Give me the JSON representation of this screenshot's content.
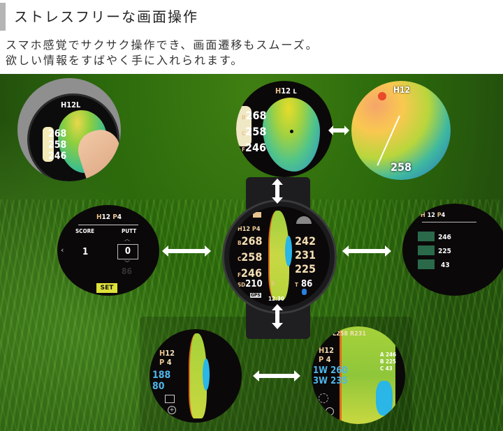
{
  "header": {
    "title": "ストレスフリーな画面操作",
    "description_line1": "スマホ感覚でサクサク操作でき、画面遷移もスムーズ。",
    "description_line2": "欲しい情報をすばやく手に入れられます。"
  },
  "screens": {
    "touch": {
      "hole": "H12L",
      "distances": [
        {
          "label": "B",
          "value": "268"
        },
        {
          "label": "C",
          "value": "258"
        },
        {
          "label": "F",
          "value": "246"
        }
      ]
    },
    "green_view": {
      "hole_prefix": "H",
      "hole_number": "12",
      "hole_suffix": "L",
      "distances": [
        {
          "label": "B",
          "value": "268"
        },
        {
          "label": "C",
          "value": "258"
        },
        {
          "label": "F",
          "value": "246"
        }
      ]
    },
    "slope_view": {
      "hole": "H12",
      "distance": "258"
    },
    "score": {
      "hole": "H12",
      "par": "P4",
      "score_label": "SCORE",
      "putt_label": "PUTT",
      "score_value": "1",
      "putt_value": "0",
      "ghost_value": "86",
      "set_label": "SET"
    },
    "main_watch": {
      "hole": "H12",
      "par": "P4",
      "left_distances": [
        {
          "label": "B",
          "value": "268"
        },
        {
          "label": "C",
          "value": "258"
        },
        {
          "label": "F",
          "value": "246"
        }
      ],
      "right_distances": [
        "242",
        "231",
        "225"
      ],
      "sd_label": "SD",
      "sd_value": "210",
      "s_label": "S",
      "t_label": "T",
      "t_value": "86",
      "gps_label": "GPS",
      "time": "12:30"
    },
    "hazards": {
      "hole": "H12",
      "par": "P4",
      "items": [
        {
          "icon": "bunker-green-icon",
          "value": "246"
        },
        {
          "icon": "water-hazard-icon",
          "value": "225"
        },
        {
          "icon": "layup-icon",
          "value": "43"
        }
      ]
    },
    "hole_layout": {
      "hole_label": "H",
      "hole_value": "12",
      "par_label": "P",
      "par_value": "4",
      "distance1": "188",
      "distance2": "80"
    },
    "club_view": {
      "left_label": "L258",
      "right_label": "R231",
      "hole_label": "H",
      "hole_value": "12",
      "par_label": "P",
      "par_value": "4",
      "club1": "1W 260",
      "club2": "3W 235",
      "targets": [
        {
          "label": "A",
          "value": "246"
        },
        {
          "label": "B",
          "value": "225"
        },
        {
          "label": "C",
          "value": "43"
        }
      ]
    }
  },
  "colors": {
    "accent_tan": "#e9c48f",
    "accent_cyan": "#4fb6e8",
    "set_button": "#dfe23a",
    "title_bar": "#b5b5b5"
  }
}
